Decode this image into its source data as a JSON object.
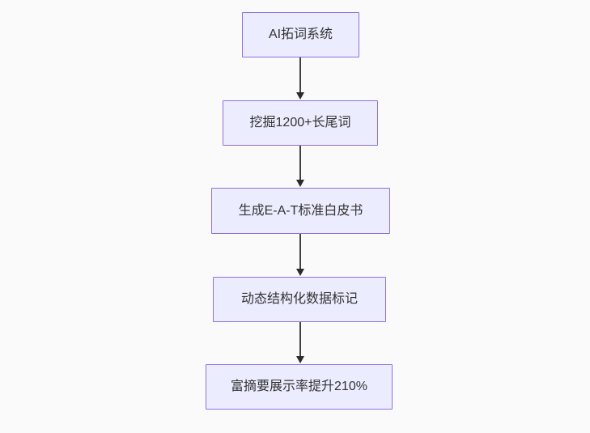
{
  "diagram": {
    "type": "flowchart",
    "direction": "top-down",
    "nodes": [
      {
        "id": "A",
        "label": "AI拓词系统"
      },
      {
        "id": "B",
        "label": "挖掘1200+长尾词"
      },
      {
        "id": "C",
        "label": "生成E-A-T标准白皮书"
      },
      {
        "id": "D",
        "label": "动态结构化数据标记"
      },
      {
        "id": "E",
        "label": "富摘要展示率提升210%"
      }
    ],
    "edges": [
      {
        "from": "A",
        "to": "B"
      },
      {
        "from": "B",
        "to": "C"
      },
      {
        "from": "C",
        "to": "D"
      },
      {
        "from": "D",
        "to": "E"
      }
    ],
    "colors": {
      "background": "#fafafa",
      "node_fill": "#ececff",
      "node_border": "#9370db",
      "text": "#333333",
      "arrow_line": "#424242",
      "arrow_head": "#2b2b2b"
    }
  }
}
